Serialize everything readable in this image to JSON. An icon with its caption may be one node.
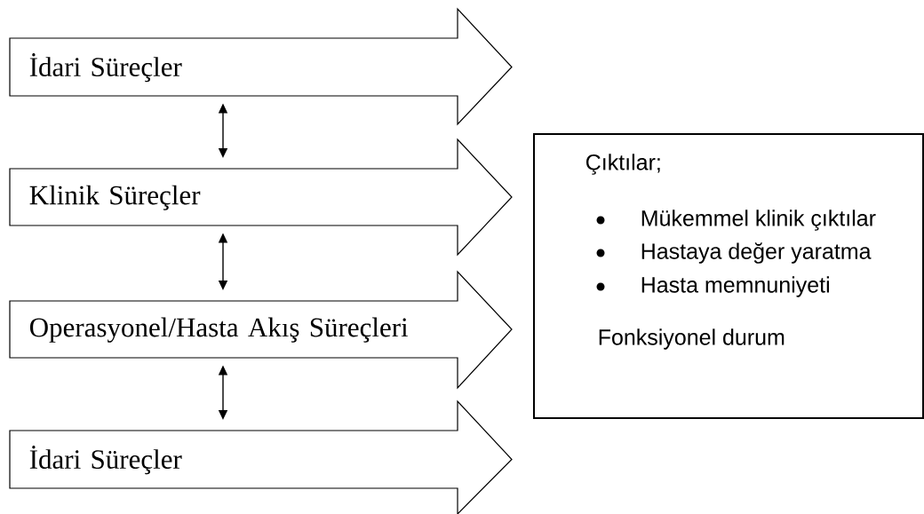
{
  "diagram": {
    "nodes": [
      {
        "text": [
          "İdari Süreçler"
        ]
      },
      {
        "text": [
          "Klinik Süreçler"
        ]
      },
      {
        "text": [
          "Operasyonel/Hasta Akış Süreçleri"
        ]
      },
      {
        "text": [
          "İdari Süreçler"
        ]
      },
      {
        "text": [
          "Çıktılar;",
          "Mükemmel klinik çıktılar",
          "Hastaya değer yaratma",
          "Hasta memnuniyeti",
          "Fonksiyonel durum"
        ]
      }
    ],
    "edges": [
      {
        "from": 0,
        "to": 1,
        "arrow": "both"
      },
      {
        "from": 1,
        "to": 2,
        "arrow": "both"
      },
      {
        "from": 2,
        "to": 3,
        "arrow": "both"
      }
    ]
  }
}
